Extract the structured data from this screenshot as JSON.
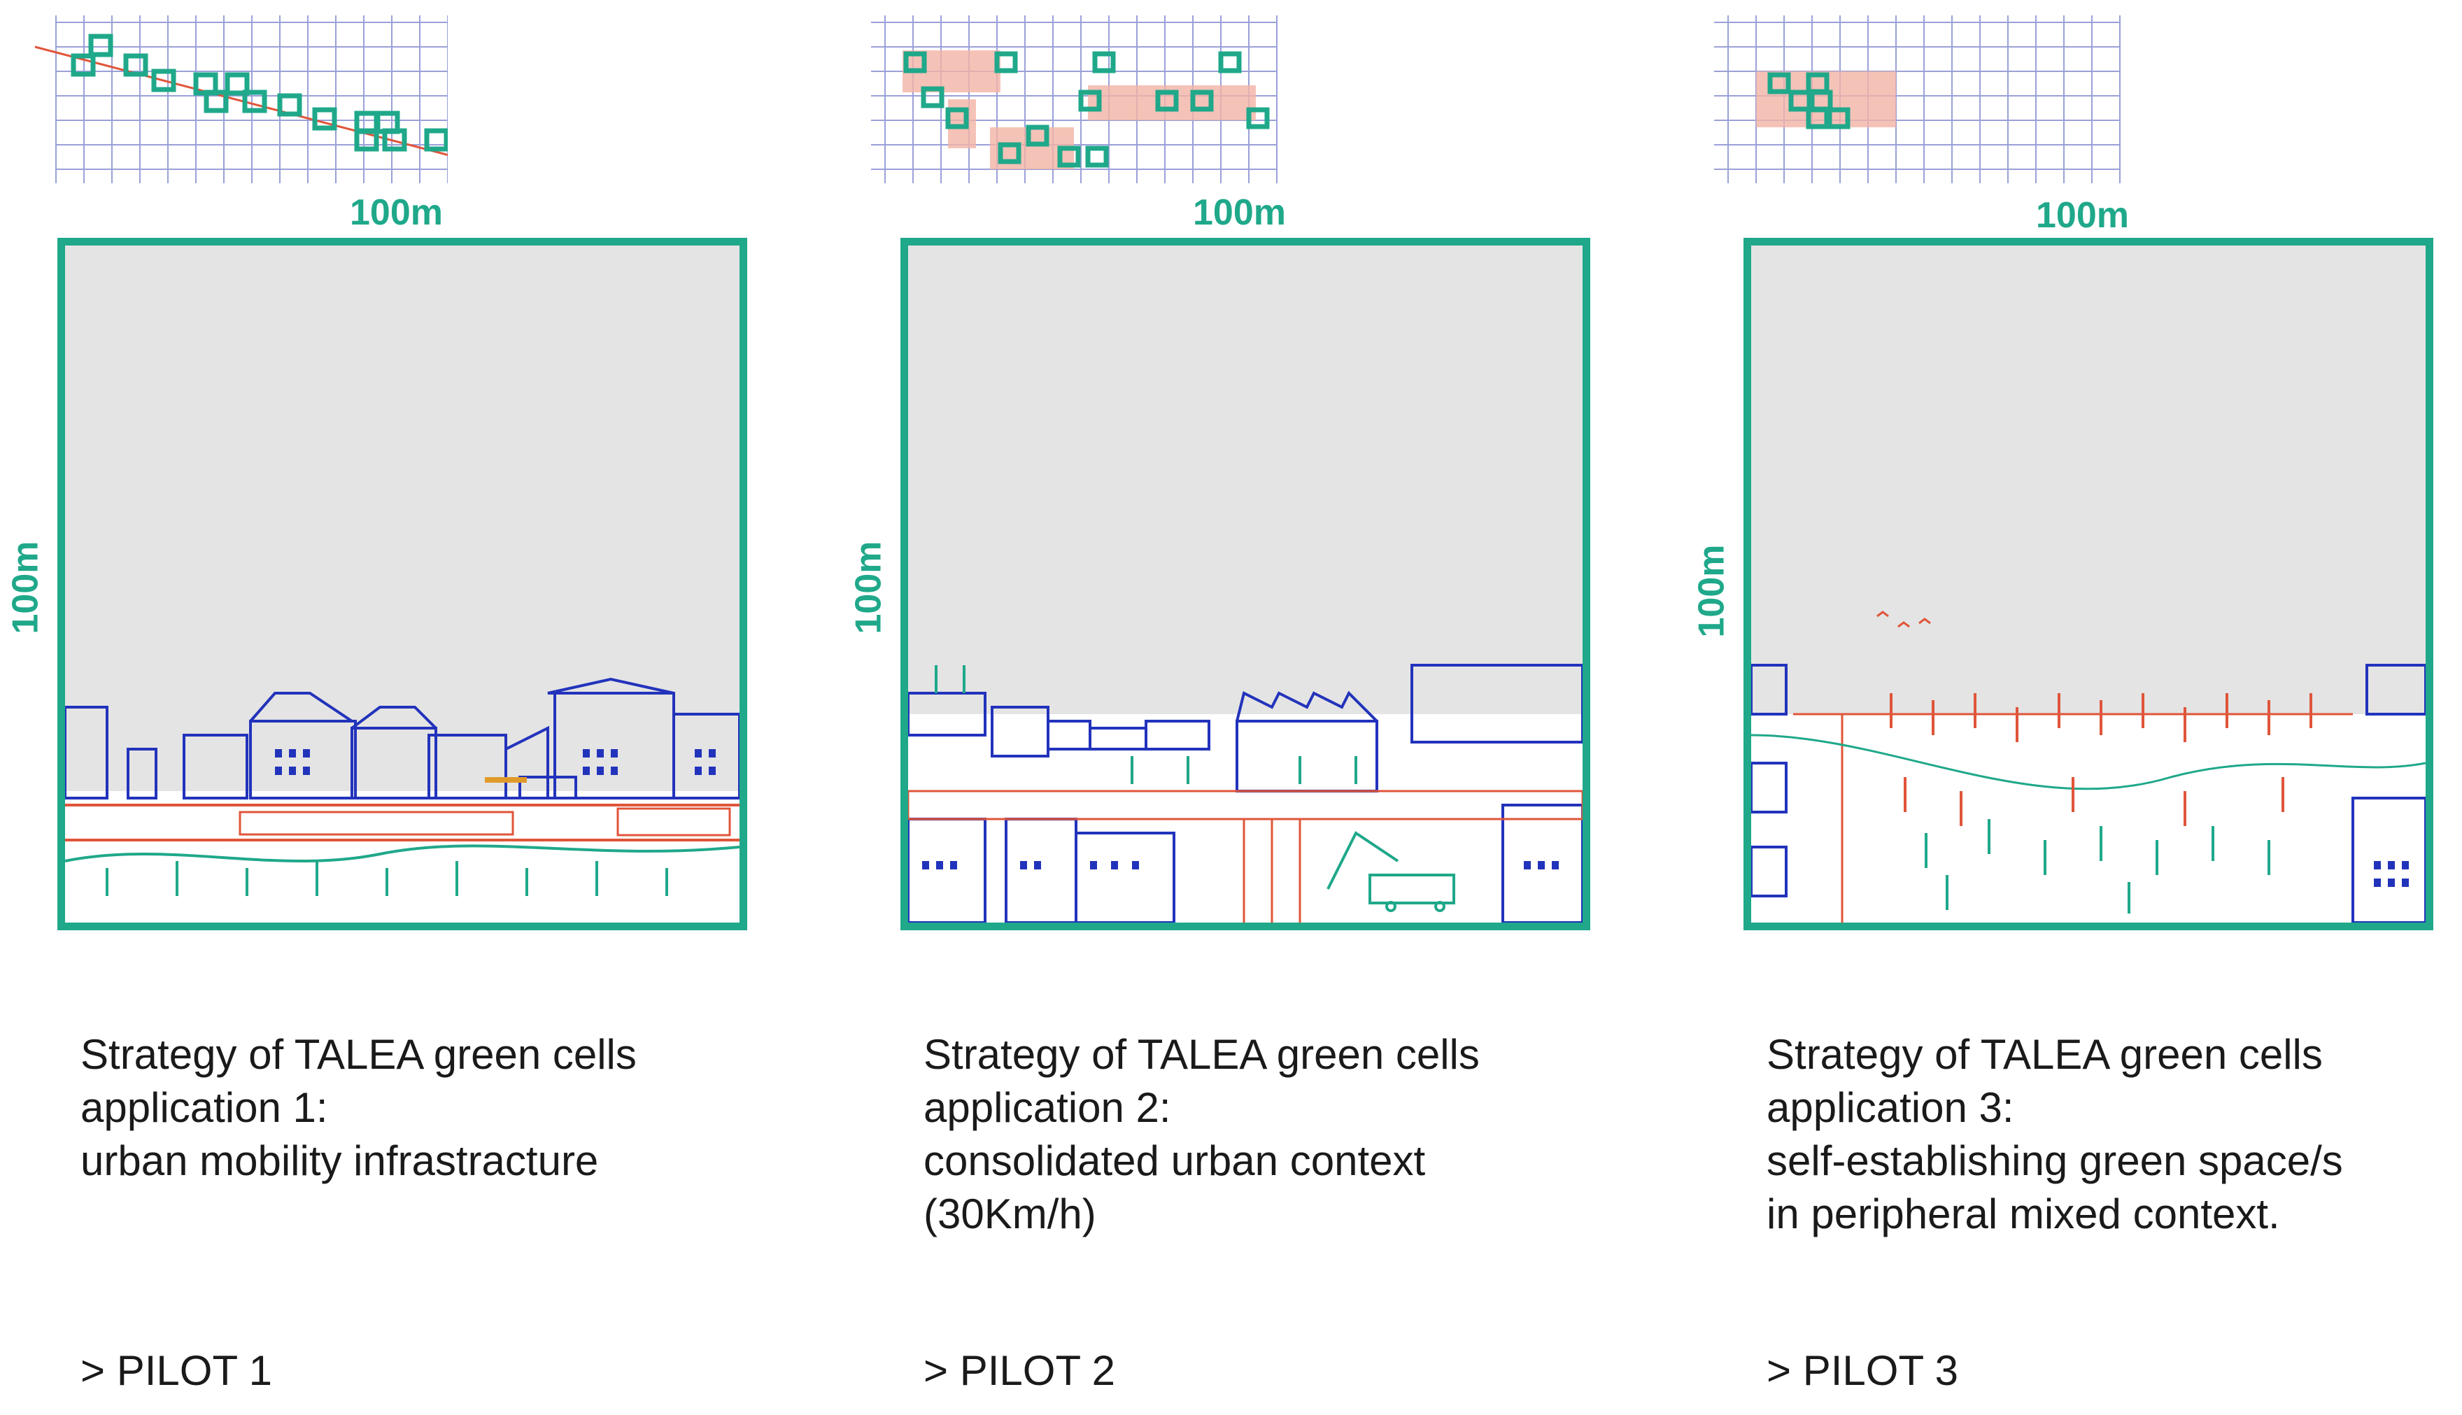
{
  "colors": {
    "accent": "#1fa88a",
    "blue": "#2233bb",
    "red": "#e0553a",
    "sky": "#e4e4e4",
    "grid": "#9aa0d8"
  },
  "panels": [
    {
      "scale_top": "100m",
      "scale_side": "100m",
      "caption": [
        "Strategy of TALEA green cells",
        "application 1:",
        "urban mobility infrastracture"
      ],
      "pilot": "> PILOT 1"
    },
    {
      "scale_top": "100m",
      "scale_side": "100m",
      "caption": [
        "Strategy of TALEA green cells",
        "application 2:",
        "consolidated urban context",
        "(30Km/h)"
      ],
      "pilot": "> PILOT 2"
    },
    {
      "scale_top": "100m",
      "scale_side": "100m",
      "caption": [
        "Strategy of TALEA green cells",
        "application 3:",
        "self-establishing green space/s",
        "in peripheral mixed context."
      ],
      "pilot": "> PILOT 3"
    }
  ]
}
